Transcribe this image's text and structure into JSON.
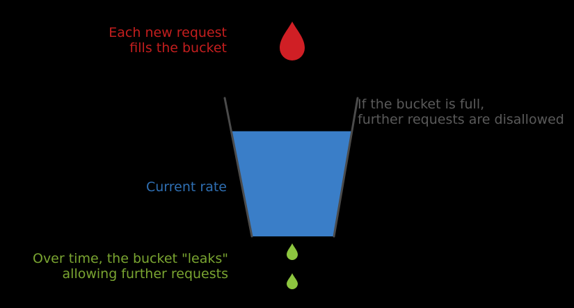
{
  "labels": {
    "request": {
      "lines": [
        "Each new request",
        "fills the bucket"
      ]
    },
    "full": {
      "lines": [
        "If the bucket is full,",
        "further requests are disallowed"
      ]
    },
    "rate": {
      "lines": [
        "Current rate"
      ]
    },
    "leak": {
      "lines": [
        "Over time, the bucket \"leaks\"",
        "allowing further requests"
      ]
    }
  },
  "colors": {
    "background": "#000000",
    "request": "#c41e1e",
    "full": "#5a5a5a",
    "rate": "#2f6fb3",
    "leak": "#7aa531",
    "water": "#3a7ec8",
    "bucket_wall": "#4b4b4b",
    "drop_red": "#d01f25",
    "drop_green": "#8dc63f"
  },
  "icons": {
    "incoming_drop": "red-drop-icon",
    "leak_drops": [
      "green-drop-icon",
      "green-drop-icon"
    ]
  },
  "fill_level": 0.76
}
